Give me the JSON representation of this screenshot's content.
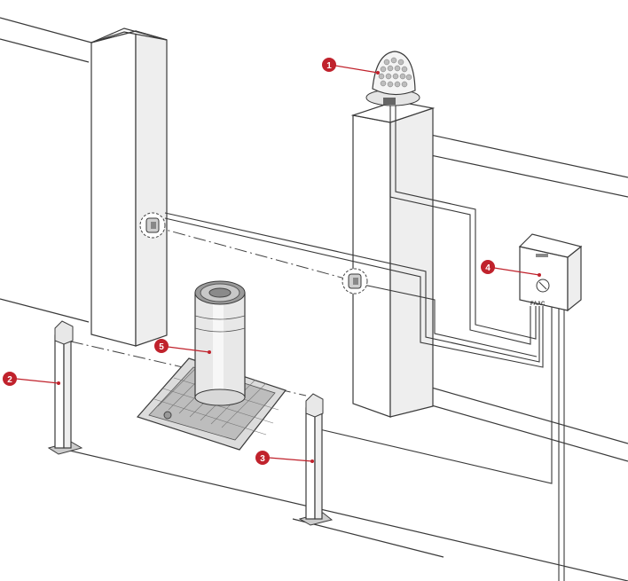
{
  "colors": {
    "marker": "#c0222c",
    "line": "#3a3a3a"
  },
  "markers": [
    {
      "id": "1",
      "label": "1",
      "component": "flashing-lamp"
    },
    {
      "id": "2",
      "label": "2",
      "component": "photocell-post-left"
    },
    {
      "id": "3",
      "label": "3",
      "component": "photocell-post-right"
    },
    {
      "id": "4",
      "label": "4",
      "component": "control-box"
    },
    {
      "id": "5",
      "label": "5",
      "component": "bollard"
    }
  ],
  "control_box": {
    "brand_text": "FAAC"
  }
}
